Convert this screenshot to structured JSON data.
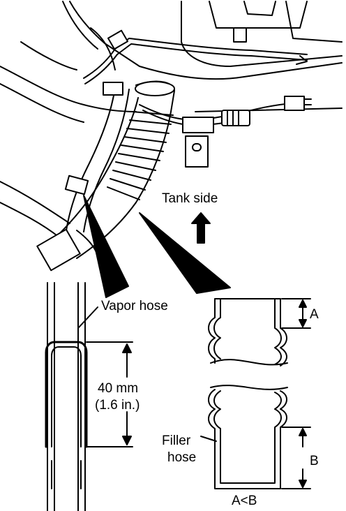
{
  "labels": {
    "tank_side": "Tank side",
    "vapor_hose": "Vapor hose",
    "dimension_mm": "40 mm",
    "dimension_in": "(1.6 in.)",
    "filler_hose_line1": "Filler",
    "filler_hose_line2": "hose",
    "dim_a": "A",
    "dim_b": "B",
    "relation": "A<B"
  },
  "colors": {
    "ink": "#000000",
    "paper": "#ffffff"
  }
}
